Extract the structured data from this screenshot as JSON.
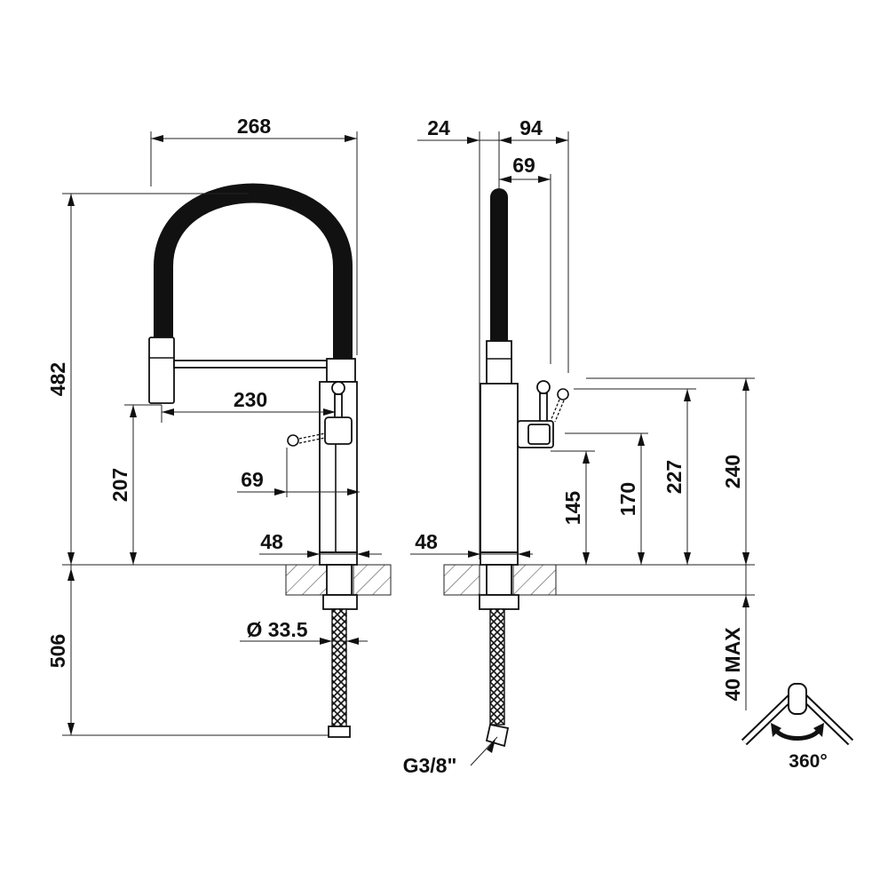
{
  "front_view": {
    "width_total": "268",
    "height_total": "482",
    "spout_reach": "230",
    "spout_height": "207",
    "lever_offset": "69",
    "body_diameter": "48",
    "shank_diameter": "Ø 33.5",
    "below_deck_length": "506"
  },
  "side_view": {
    "offset_rear": "24",
    "depth_total": "94",
    "lever_depth": "69",
    "body_diameter": "48",
    "height_145": "145",
    "height_170": "170",
    "height_227": "227",
    "height_240": "240",
    "deck_thickness": "40 MAX",
    "connection": "G3/8\""
  },
  "rotation": {
    "label": "360°",
    "icon": "rotation-360-icon"
  },
  "colors": {
    "ink": "#111111",
    "hatch": "#555555"
  }
}
